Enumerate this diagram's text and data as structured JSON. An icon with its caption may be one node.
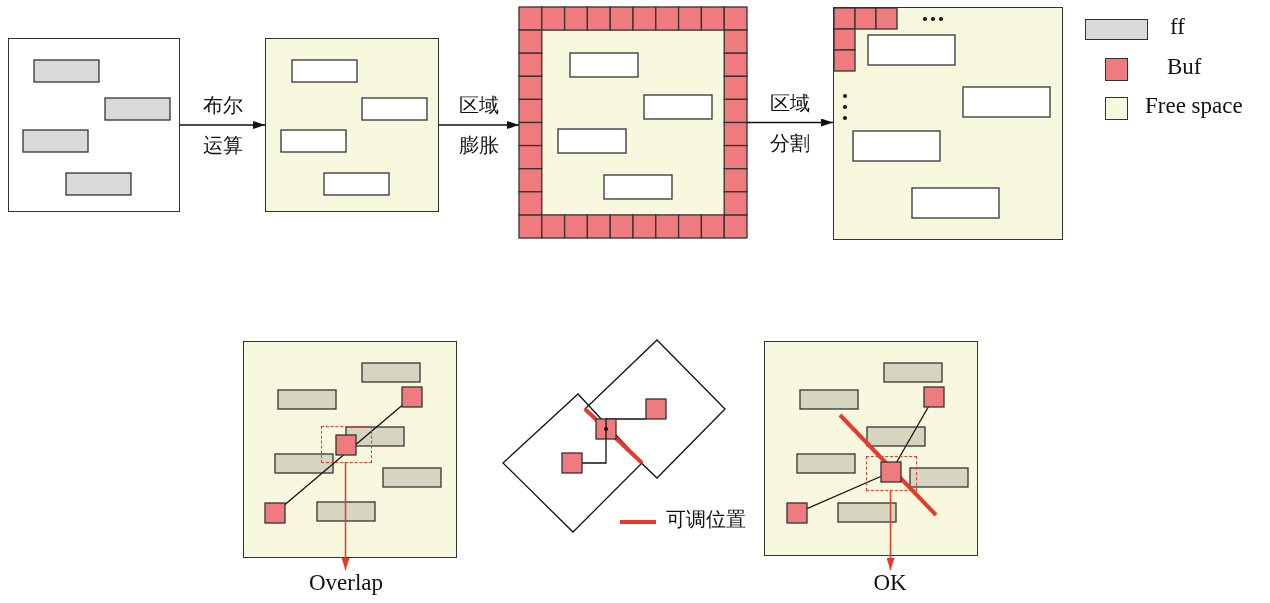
{
  "diagram": {
    "nodes": [
      {
        "text": [],
        "shape": "box"
      },
      {
        "text": [],
        "shape": "box"
      },
      {
        "text": [],
        "shape": "box"
      },
      {
        "text": [],
        "shape": "box"
      },
      {
        "text": [],
        "shape": "box"
      },
      {
        "text": [],
        "shape": "box",
        "in": 4
      },
      {
        "text": [
          "Overlap"
        ]
      },
      {
        "text": [],
        "shape": "box"
      },
      {
        "text": [],
        "shape": "box",
        "in": 7
      },
      {
        "text": [
          "OK"
        ]
      }
    ],
    "edges": [
      {
        "from": 0,
        "to": 1,
        "arrow": "to",
        "label": "布尔运算"
      },
      {
        "from": 1,
        "to": 2,
        "arrow": "to",
        "label": "区域膨胀"
      },
      {
        "from": 2,
        "to": 3,
        "arrow": "to",
        "label": "区域分割"
      },
      {
        "from": 5,
        "to": 6,
        "arrow": "to",
        "color": "#e8392b"
      },
      {
        "from": 8,
        "to": 9,
        "arrow": "to",
        "color": "#e8392b"
      }
    ],
    "legend": [
      {
        "text": "ff",
        "color": "#d9d9d9"
      },
      {
        "text": "Buf",
        "color": "#f07b7e"
      },
      {
        "text": "Free space",
        "color": "#f8f8df"
      },
      {
        "text": "可调位置"
      }
    ]
  }
}
